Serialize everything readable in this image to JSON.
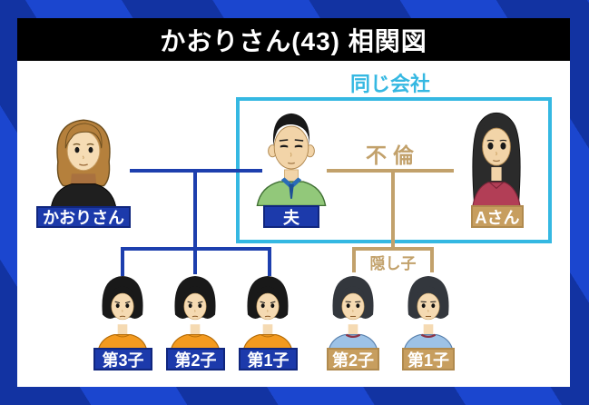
{
  "title": "かおりさん(43) 相関図",
  "colors": {
    "background_blue": "#1233a2",
    "background_stripe": "#1b46cf",
    "panel_white": "#ffffff",
    "titlebar_black": "#000000",
    "family_blue": "#1d3fae",
    "label_blue": "#1c3aab",
    "affair_tan": "#c2a16b",
    "label_tan": "#c79e5f",
    "company_cyan": "#35b8e2"
  },
  "group_box": {
    "label": "同じ会社"
  },
  "relations": {
    "affair": "不倫",
    "hidden_children": "隠し子"
  },
  "people": {
    "kaori": {
      "label": "かおりさん"
    },
    "husband": {
      "label": "夫"
    },
    "a_san": {
      "label": "Aさん"
    },
    "kaori_children": [
      {
        "label": "第3子"
      },
      {
        "label": "第2子"
      },
      {
        "label": "第1子"
      }
    ],
    "hidden_children": [
      {
        "label": "第2子"
      },
      {
        "label": "第1子"
      }
    ]
  }
}
